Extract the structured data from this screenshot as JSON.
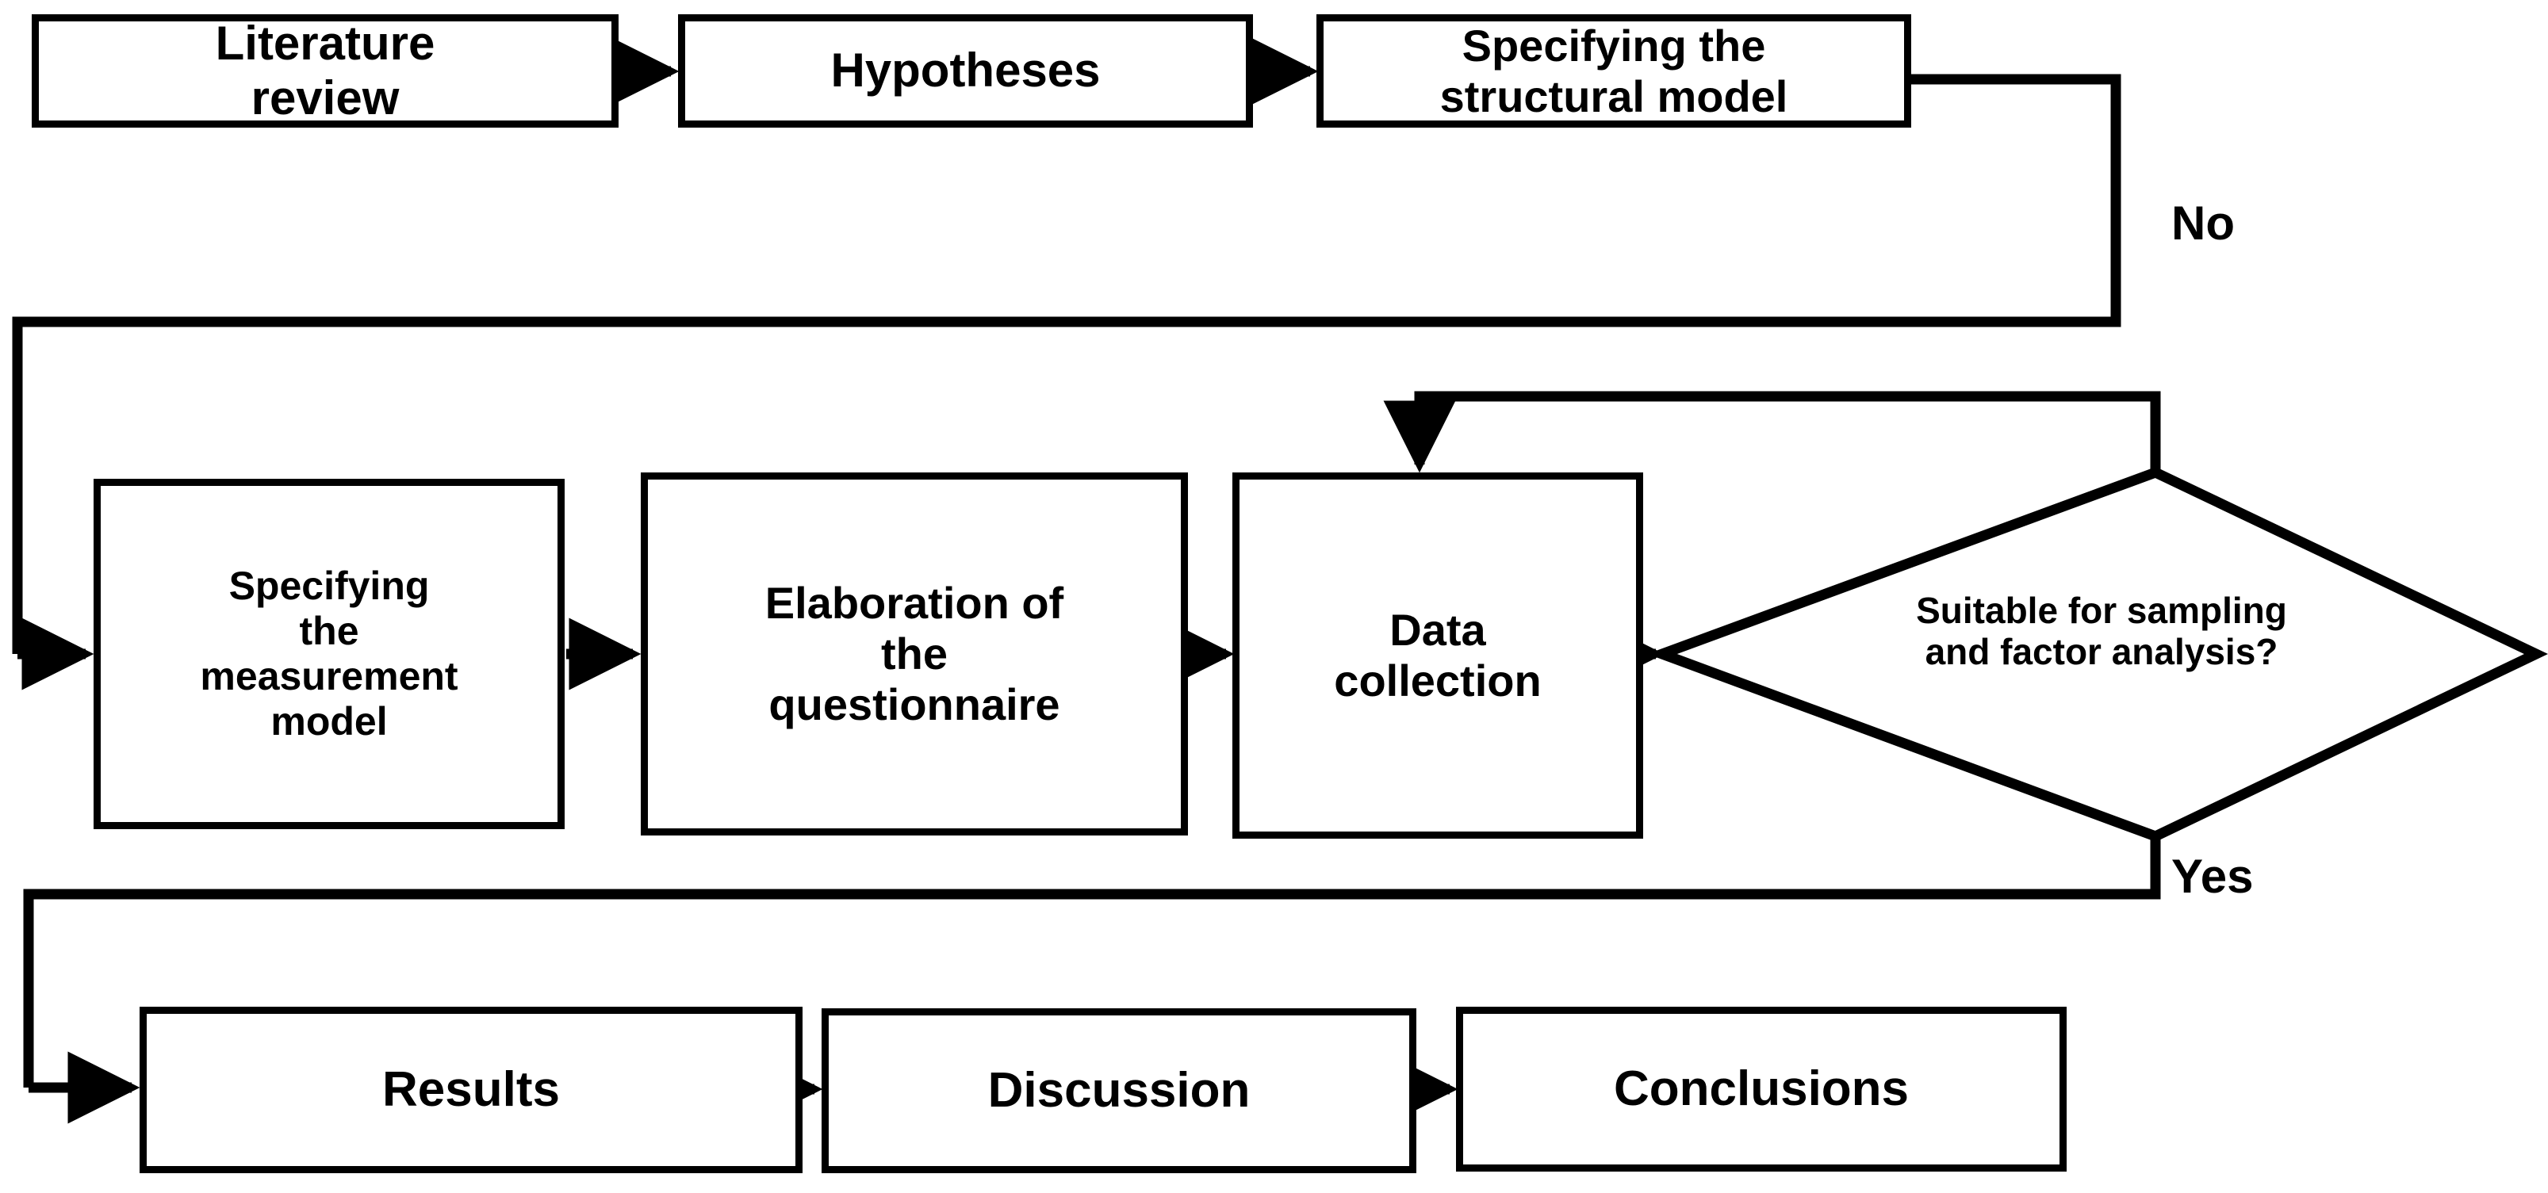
{
  "diagram": {
    "title": "Research methodology flowchart",
    "type": "flowchart",
    "stroke_color": "#000000",
    "fill_color": "#ffffff",
    "nodes": {
      "literature_review": "Literature\nreview",
      "hypotheses": "Hypotheses",
      "structural_model": "Specifying the\nstructural model",
      "measurement_model": "Specifying\nthe\nmeasurement\nmodel",
      "questionnaire": "Elaboration of\nthe\nquestionnaire",
      "data_collection": "Data\ncollection",
      "decision": "Suitable for sampling\nand factor analysis?",
      "results": "Results",
      "discussion": "Discussion",
      "conclusions": "Conclusions"
    },
    "edge_labels": {
      "no": "No",
      "yes": "Yes"
    },
    "flow": [
      "Literature review -> Hypotheses",
      "Hypotheses -> Specifying the structural model",
      "Specifying the structural model -> Specifying the measurement model",
      "Specifying the measurement model -> Elaboration of the questionnaire",
      "Elaboration of the questionnaire -> Data collection",
      "Data collection -> Suitable for sampling and factor analysis?",
      "Suitable for sampling and factor analysis? -No-> Data collection",
      "Suitable for sampling and factor analysis? -Yes-> Results",
      "Results -> Discussion",
      "Discussion -> Conclusions"
    ]
  }
}
